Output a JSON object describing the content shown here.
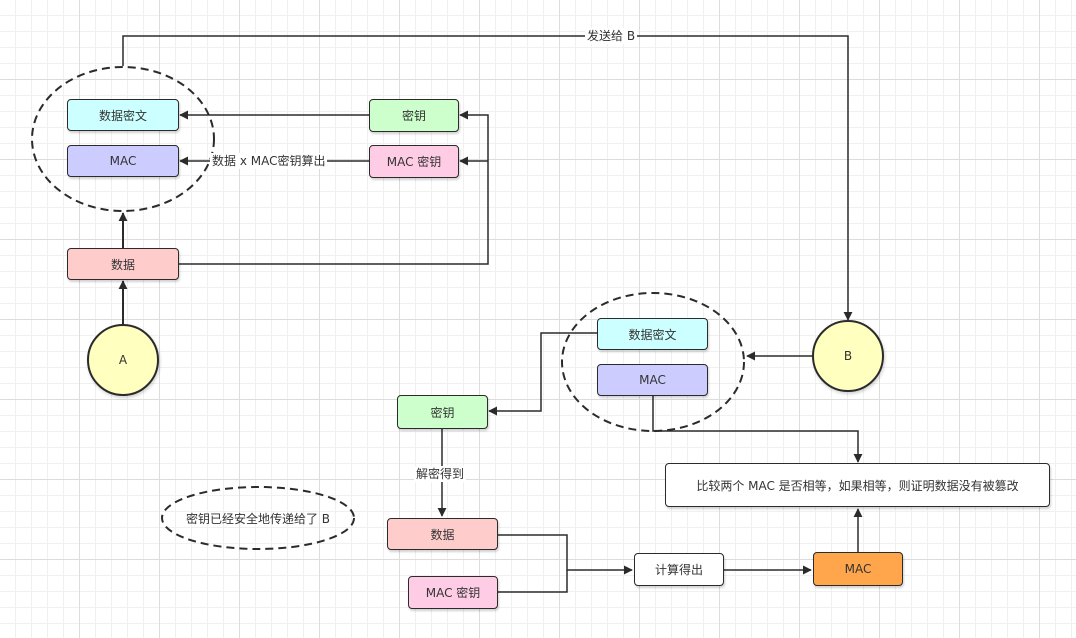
{
  "colors": {
    "cipher_fill": "#ccffff",
    "mac_fill": "#ccccff",
    "key_fill": "#ccffcc",
    "mac_key_fill": "#ffcce6",
    "data_fill": "#ffcccc",
    "mac_result_fill": "#ffa64d",
    "person_fill": "#ffffc0",
    "plain_fill": "#ffffff",
    "stroke": "#2b2b2b"
  },
  "sender": {
    "cipher_text": "数据密文",
    "mac": "MAC",
    "key": "密钥",
    "mac_key": "MAC 密钥",
    "data": "数据",
    "person": "A"
  },
  "receiver": {
    "person": "B",
    "cipher_text": "数据密文",
    "mac": "MAC",
    "key": "密钥",
    "data": "数据",
    "mac_key": "MAC 密钥",
    "compute": "计算得出",
    "mac_result": "MAC",
    "compare": "比较两个 MAC 是否相等，如果相等，则证明数据没有被篡改"
  },
  "note": "密钥已经安全地传递给了 B",
  "edge_labels": {
    "send_to_b": "发送给 B",
    "mac_compute": "数据 x MAC密钥算出",
    "decrypt": "解密得到"
  }
}
